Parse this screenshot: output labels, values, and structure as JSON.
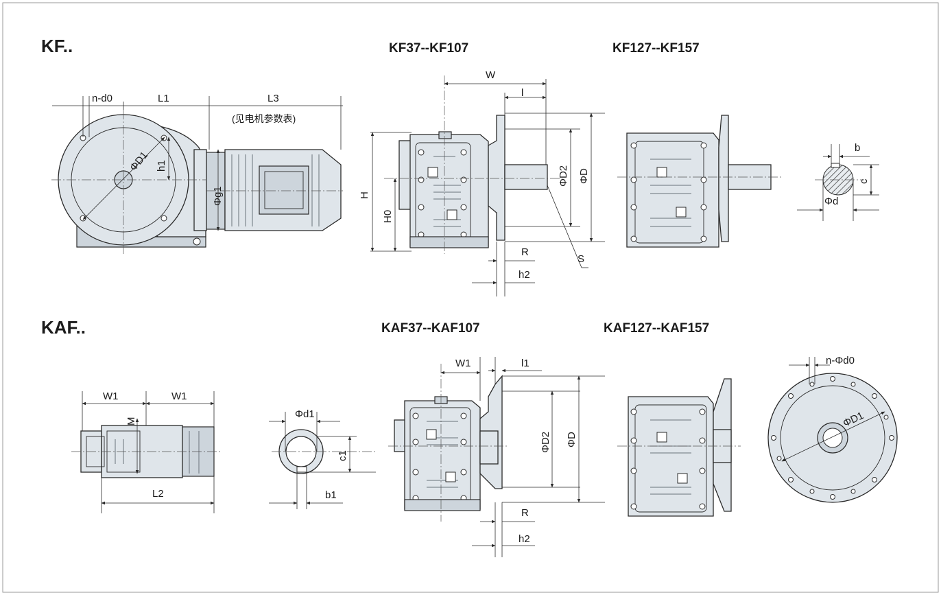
{
  "sections": {
    "kf": "KF..",
    "kaf": "KAF.."
  },
  "models": {
    "kf_small": "KF37--KF107",
    "kf_large": "KF127--KF157",
    "kaf_small": "KAF37--KAF107",
    "kaf_large": "KAF127--KAF157"
  },
  "notes": {
    "motor_table": "(见电机参数表)"
  },
  "dims": {
    "n_d0": "n-d0",
    "L1": "L1",
    "L3": "L3",
    "D1": "ΦD1",
    "h1": "h1",
    "g1": "Φg1",
    "W": "W",
    "l": "l",
    "H": "H",
    "H0": "H0",
    "D2": "ΦD2",
    "D": "ΦD",
    "R": "R",
    "S": "S",
    "h2": "h2",
    "b": "b",
    "c": "c",
    "d": "Φd",
    "W1a": "W1",
    "W1b": "W1",
    "M": "M",
    "L2": "L2",
    "d1": "Φd1",
    "c1": "c1",
    "b1": "b1",
    "W1c": "W1",
    "l1": "l1",
    "D2b": "ΦD2",
    "Db": "ΦD",
    "Rb": "R",
    "h2b": "h2",
    "n_d0b": "n-Φd0",
    "D1b": "ΦD1"
  },
  "colors": {
    "metal": "#dfe5ea",
    "metal_dark": "#cdd5dc",
    "line": "#2a2a2a",
    "frame": "#9a9a9a"
  }
}
